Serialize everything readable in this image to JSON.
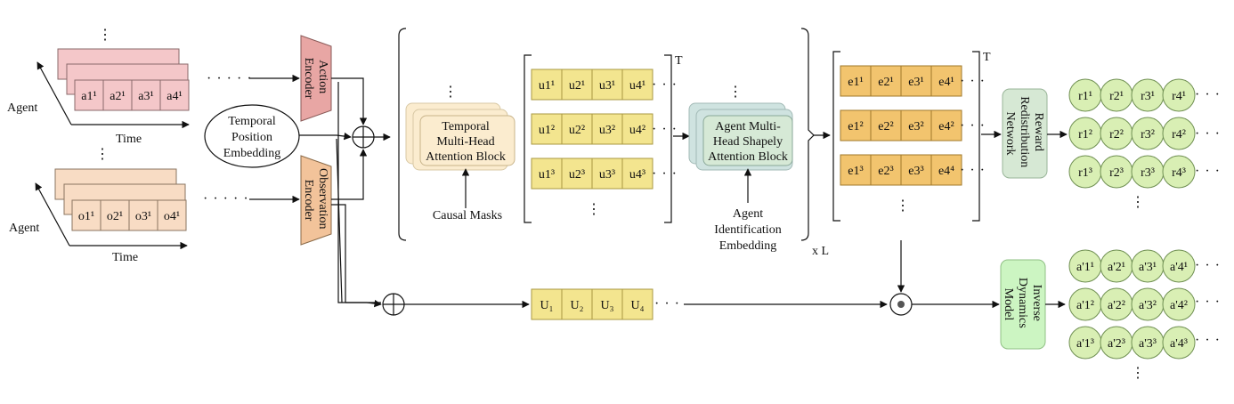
{
  "labels": {
    "agent": "Agent",
    "time": "Time",
    "temporal_position_embedding": [
      "Temporal",
      "Position",
      "Embedding"
    ],
    "action_encoder": [
      "Action",
      "Encoder"
    ],
    "observation_encoder": [
      "Observation",
      "Encoder"
    ],
    "temporal_attention": [
      "Temporal",
      "Multi-Head",
      "Attention Block"
    ],
    "causal_masks": "Causal Masks",
    "agent_attention": [
      "Agent Multi-",
      "Head Shapely",
      "Attention Block"
    ],
    "agent_id_embedding": [
      "Agent",
      "Identification",
      "Embedding"
    ],
    "times_l": "x L",
    "t": "T",
    "reward_network": [
      "Reward",
      "Redistribution",
      "Network"
    ],
    "inverse_dynamics": [
      "Inverse",
      "Dynamics",
      "Model"
    ],
    "hdots_short": "· · · · ·",
    "hdots": "· · ·",
    "vdots": "⋮"
  },
  "sequences": {
    "actions": [
      "a1¹",
      "a2¹",
      "a3¹",
      "a4¹"
    ],
    "observations": [
      "o1¹",
      "o2¹",
      "o3¹",
      "o4¹"
    ],
    "u_rows": [
      [
        "u1¹",
        "u2¹",
        "u3¹",
        "u4¹"
      ],
      [
        "u1²",
        "u2²",
        "u3²",
        "u4²"
      ],
      [
        "u1³",
        "u2³",
        "u3³",
        "u4³"
      ]
    ],
    "U_row": [
      "U₁",
      "U₂",
      "U₃",
      "U₄"
    ],
    "e_rows": [
      [
        "e1¹",
        "e2¹",
        "e3¹",
        "e4¹"
      ],
      [
        "e1²",
        "e2²",
        "e3²",
        "e4²"
      ],
      [
        "e1³",
        "e2³",
        "e3³",
        "e4⁴"
      ]
    ],
    "r_rows": [
      [
        "r1¹",
        "r2¹",
        "r3¹",
        "r4¹"
      ],
      [
        "r1²",
        "r2²",
        "r3²",
        "r4²"
      ],
      [
        "r1³",
        "r2³",
        "r3³",
        "r4³"
      ]
    ],
    "ap_rows": [
      [
        "a'1¹",
        "a'2¹",
        "a'3¹",
        "a'4¹"
      ],
      [
        "a'1²",
        "a'2²",
        "a'3²",
        "a'4²"
      ],
      [
        "a'1³",
        "a'2³",
        "a'3³",
        "a'4³"
      ]
    ]
  },
  "colors": {
    "action_cell": "#f4c7c9",
    "action_encoder": "#e8a6a4",
    "obs_cell": "#f8dcc4",
    "obs_encoder": "#f2c39a",
    "temporal_block": "#fbeccf",
    "u_cell": "#f3e58f",
    "agent_block": "#cfe3e0",
    "e_cell": "#f2c46e",
    "reward_net": "#d6e8d4",
    "circle_green": "#d9efb4",
    "inverse_model": "#ccf5c2"
  }
}
